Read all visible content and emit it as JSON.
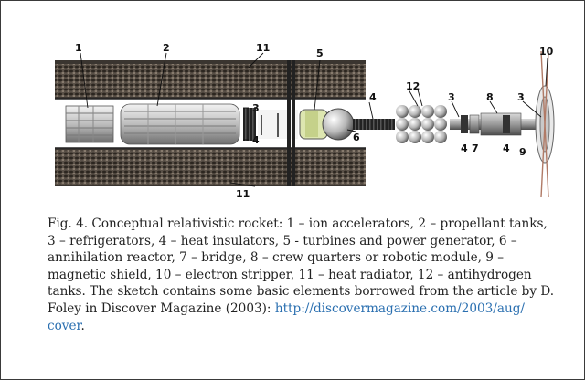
{
  "figure": {
    "labels": {
      "l1": "1",
      "l2": "2",
      "l3a": "3",
      "l3b": "3",
      "l3c": "3",
      "l4a": "4",
      "l4b": "4",
      "l4c": "4",
      "l4d": "4",
      "l5": "5",
      "l6": "6",
      "l7": "7",
      "l8": "8",
      "l9": "9",
      "l10": "10",
      "l11a": "11",
      "l11b": "11",
      "l12": "12"
    }
  },
  "caption": {
    "lines": [
      "Fig. 4. Conceptual relativistic rocket: 1 – ion accelerators, 2 – propellant tanks,",
      "3 – refrigerators, 4 – heat insulators, 5 - turbines and power generator, 6 –",
      "annihilation reactor, 7 – bridge, 8 – crew quarters or robotic module, 9 –",
      "magnetic shield, 10 – electron stripper, 11 – heat radiator, 12 – antihydrogen",
      "tanks. The sketch contains some basic elements borrowed from the article by D.",
      "Foley in Discover Magazine (2003): "
    ],
    "link_part1": "http://discovermagazine.com/2003/aug/",
    "link_part2": "cover",
    "end": "."
  }
}
